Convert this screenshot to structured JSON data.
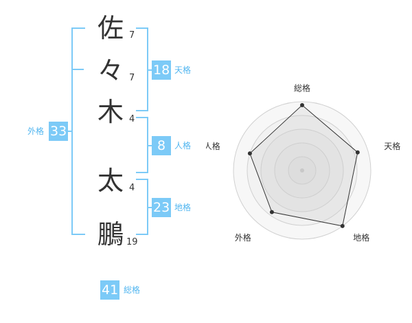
{
  "name": {
    "chars": [
      {
        "char": "佐",
        "strokes": "7"
      },
      {
        "char": "々",
        "strokes": "7"
      },
      {
        "char": "木",
        "strokes": "4"
      },
      {
        "char": "太",
        "strokes": "4"
      },
      {
        "char": "鵬",
        "strokes": "19"
      }
    ]
  },
  "kaku": {
    "gaikaku": {
      "value": "33",
      "label": "外格"
    },
    "tenkaku": {
      "value": "18",
      "label": "天格"
    },
    "jinkaku": {
      "value": "8",
      "label": "人格"
    },
    "chikaku": {
      "value": "23",
      "label": "地格"
    },
    "soukaku": {
      "value": "41",
      "label": "総格"
    }
  },
  "chart_data": {
    "type": "radar",
    "axes": [
      "総格",
      "天格",
      "地格",
      "外格",
      "人格"
    ],
    "values": [
      0.95,
      0.85,
      1.0,
      0.75,
      0.8
    ],
    "max": 1,
    "grid": true
  },
  "colors": {
    "accent": "#7ccaf7",
    "label": "#52b6f0",
    "text": "#333333"
  }
}
